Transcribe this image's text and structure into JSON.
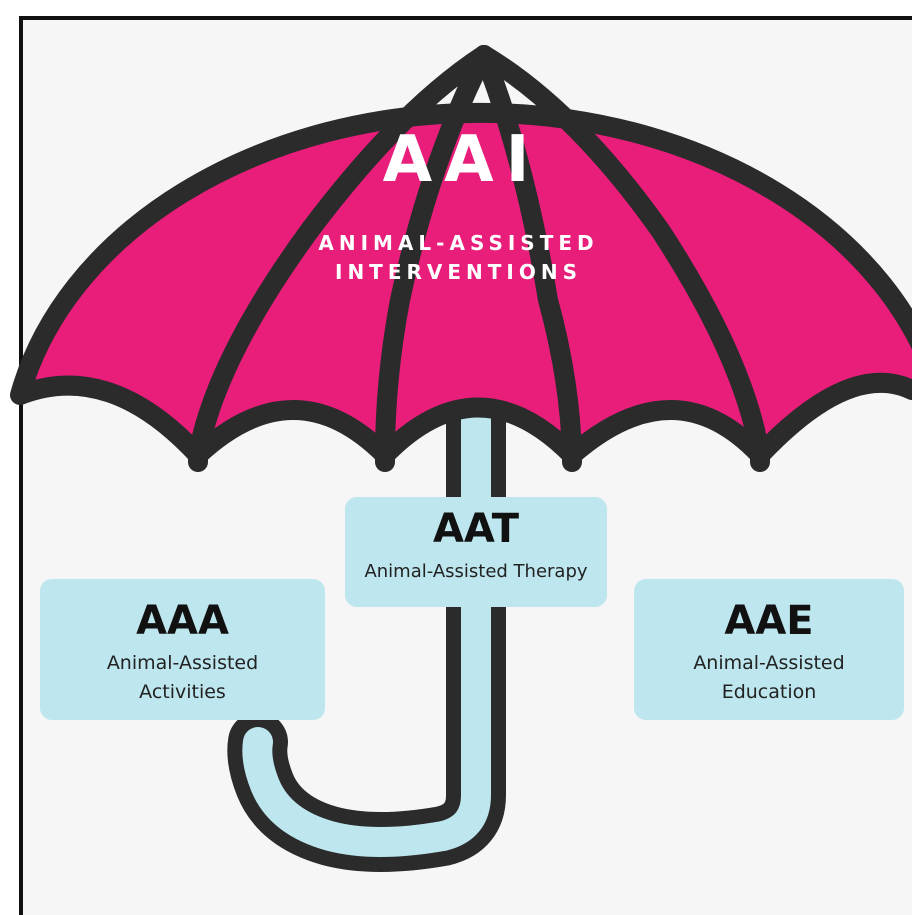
{
  "diagram": {
    "title": "AAI",
    "subtitle_line1": "ANIMAL-ASSISTED",
    "subtitle_line2": "INTERVENTIONS",
    "cards": {
      "aat": {
        "abbr": "AAT",
        "desc_line1": "Animal-Assisted Therapy"
      },
      "aaa": {
        "abbr": "AAA",
        "desc_line1": "Animal-Assisted",
        "desc_line2": "Activities"
      },
      "aae": {
        "abbr": "AAE",
        "desc_line1": "Animal-Assisted",
        "desc_line2": "Education"
      }
    }
  },
  "colors": {
    "canopy": "#e91e7a",
    "outline": "#2b2b2b",
    "handle": "#bde6ee",
    "card": "#bde6ee",
    "background": "#f6f6f6"
  },
  "icons": [
    "umbrella-icon"
  ]
}
